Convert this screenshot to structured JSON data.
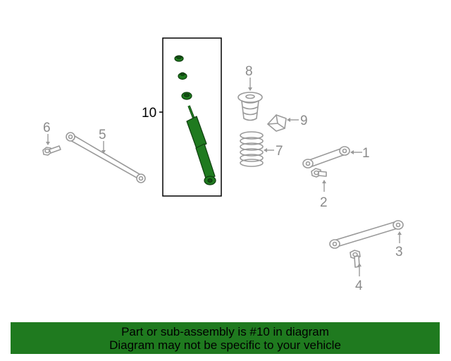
{
  "callouts": {
    "c1": "1",
    "c2": "2",
    "c3": "3",
    "c4": "4",
    "c5": "5",
    "c6": "6",
    "c7": "7",
    "c8": "8",
    "c9": "9",
    "c10": "10"
  },
  "highlighted_part": "10",
  "colors": {
    "highlight": "#1f7a1f",
    "part_outline": "#9a9a9a",
    "banner": "#1f7a1f"
  },
  "banner": {
    "line1": "Part or sub-assembly is #10 in diagram",
    "line2": "Diagram may not be specific to your vehicle"
  }
}
